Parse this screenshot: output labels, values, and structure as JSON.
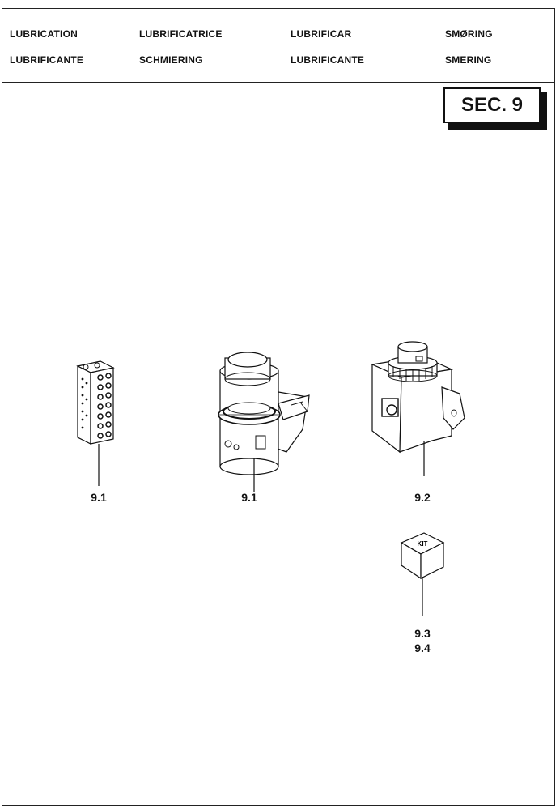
{
  "header": {
    "row1": [
      "LUBRICATION",
      "LUBRIFICATRICE",
      "LUBRIFICAR",
      "SMØRING"
    ],
    "row2": [
      "LUBRIFICANTE",
      "SCHMIERING",
      "LUBRIFICANTE",
      "SMERING"
    ]
  },
  "section": {
    "label": "SEC. 9"
  },
  "items": [
    {
      "ref": "9.1"
    },
    {
      "ref": "9.1"
    },
    {
      "ref": "9.2"
    },
    {
      "ref": "9.3"
    },
    {
      "ref": "9.4"
    }
  ],
  "kit_box": {
    "text": "KIT"
  }
}
